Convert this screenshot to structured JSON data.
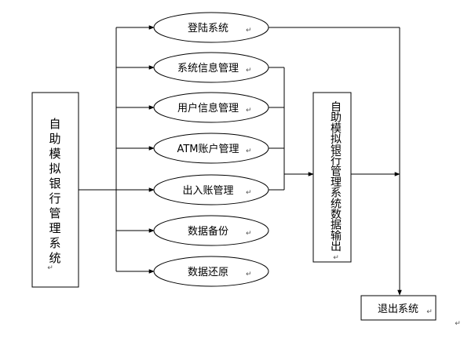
{
  "diagram": {
    "main_system": {
      "label": "自助模拟银行管理系统",
      "mark": "↵"
    },
    "modules": [
      {
        "label": "登陆系统",
        "mark": "↵"
      },
      {
        "label": "系统信息管理",
        "mark": "↵"
      },
      {
        "label": "用户信息管理",
        "mark": "↵"
      },
      {
        "label": "ATM账户管理",
        "mark": "↵"
      },
      {
        "label": "出入账管理",
        "mark": "↵"
      },
      {
        "label": "数据备份",
        "mark": "↵"
      },
      {
        "label": "数据还原",
        "mark": "↵"
      }
    ],
    "output": {
      "label": "自助模拟银行管理系统数据输出",
      "mark": "↵"
    },
    "exit": {
      "label": "退出系统",
      "mark": "↵"
    },
    "page_mark": "↵"
  }
}
